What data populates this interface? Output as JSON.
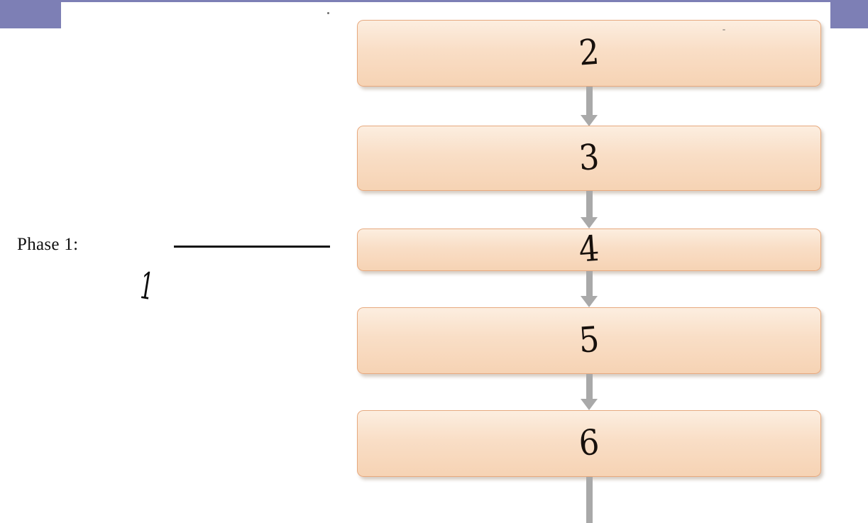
{
  "slide": {
    "background_color": "#FFFFFF",
    "accent_color": "#7D7FB5"
  },
  "left_panel": {
    "phase_label": "Phase 1:",
    "blank_rule_color": "#111111",
    "handwritten_annotation": "1"
  },
  "flowchart": {
    "node_fill": "#F9DEC6",
    "node_border": "#E7A97E",
    "connector_color": "#A9A9A9",
    "nodes": [
      {
        "name": "node-2",
        "label": "2"
      },
      {
        "name": "node-3",
        "label": "3"
      },
      {
        "name": "node-4",
        "label": "4"
      },
      {
        "name": "node-5",
        "label": "5"
      },
      {
        "name": "node-6",
        "label": "6"
      }
    ]
  },
  "marks": {
    "speck_top": "",
    "speck_box": ""
  }
}
